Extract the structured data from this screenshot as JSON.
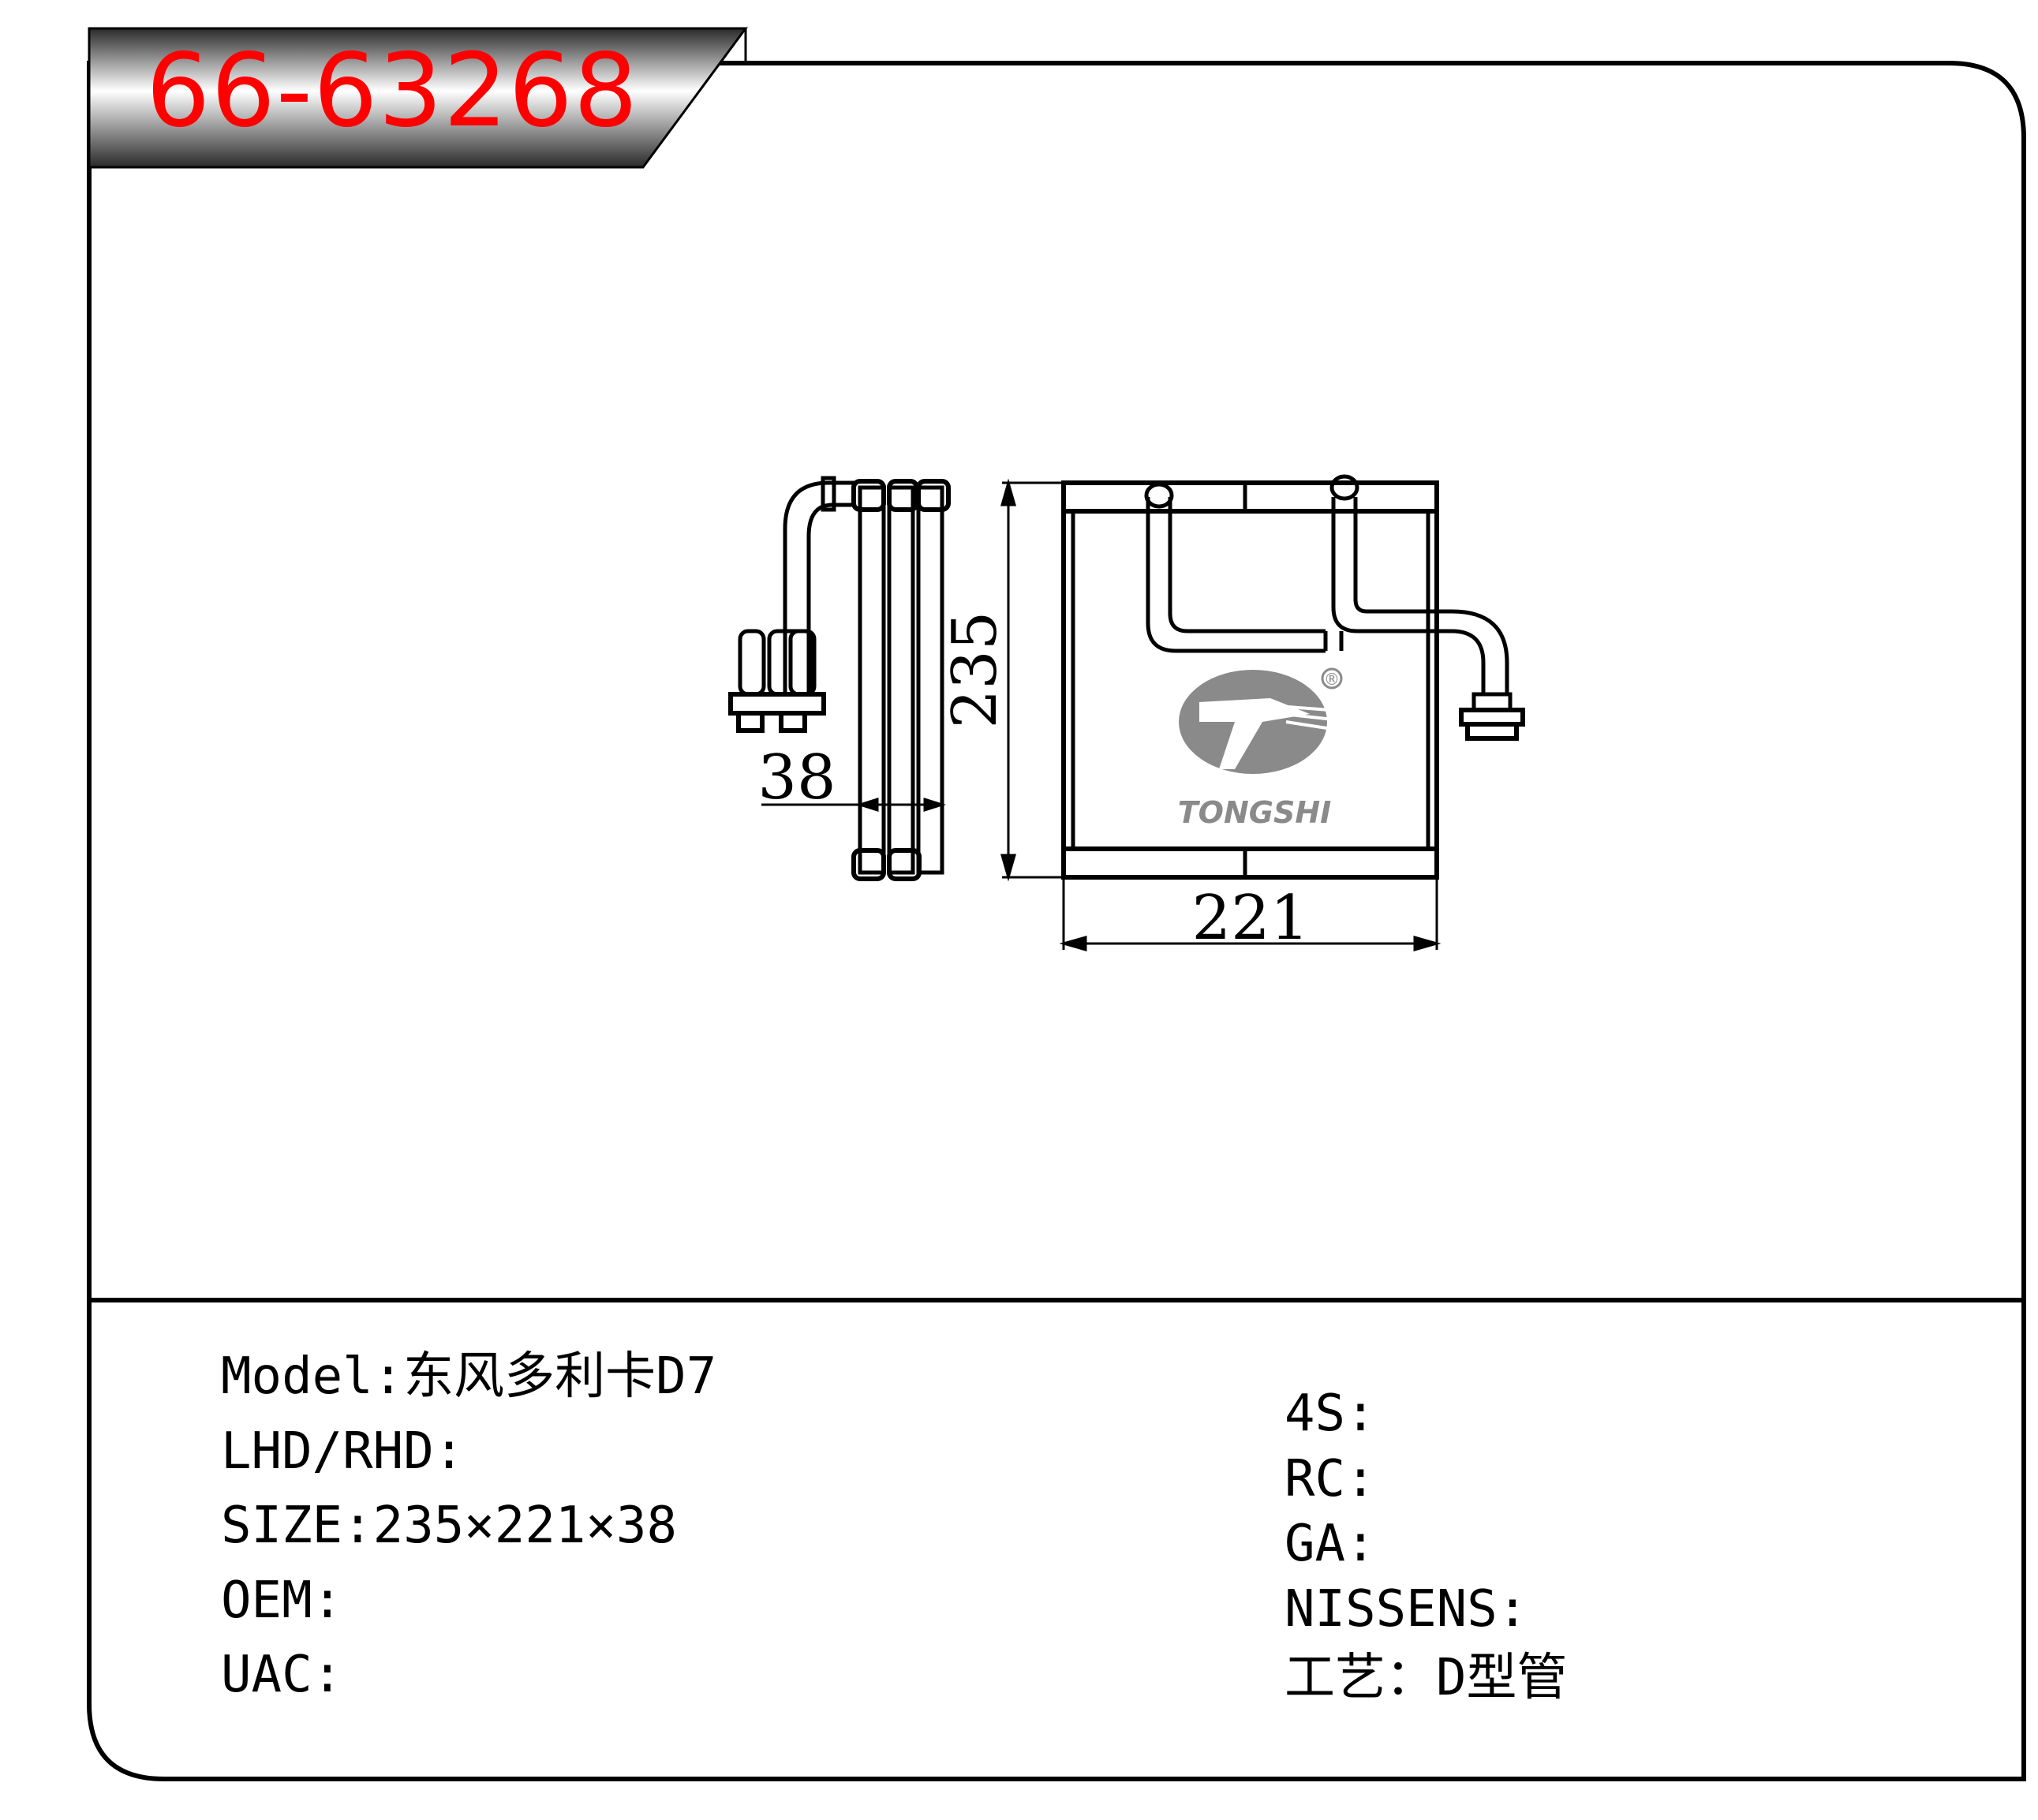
{
  "header": {
    "part_number": "66-63268"
  },
  "specs_left": [
    {
      "label": "Model",
      "sep": ":",
      "value": "东风多利卡D7"
    },
    {
      "label": "LHD/RHD",
      "sep": ":",
      "value": ""
    },
    {
      "label": "SIZE",
      "sep": ":",
      "value": "235×221×38"
    },
    {
      "label": "OEM",
      "sep": ":",
      "value": ""
    },
    {
      "label": "UAC",
      "sep": ":",
      "value": ""
    }
  ],
  "specs_right": [
    {
      "label": "4S",
      "sep": ":",
      "value": ""
    },
    {
      "label": "RC",
      "sep": ":",
      "value": ""
    },
    {
      "label": "GA",
      "sep": ":",
      "value": ""
    },
    {
      "label": "NISSENS",
      "sep": ":",
      "value": ""
    },
    {
      "label": "工艺",
      "sep": "：",
      "value": "D型管"
    }
  ],
  "drawing": {
    "dim_height": "235",
    "dim_width": "221",
    "dim_depth": "38",
    "logo_text": "TONGSHI",
    "registered_mark": "®"
  },
  "colors": {
    "title_red": "#ff0000",
    "line": "#000000",
    "logo_gray": "#8a8a8a"
  }
}
